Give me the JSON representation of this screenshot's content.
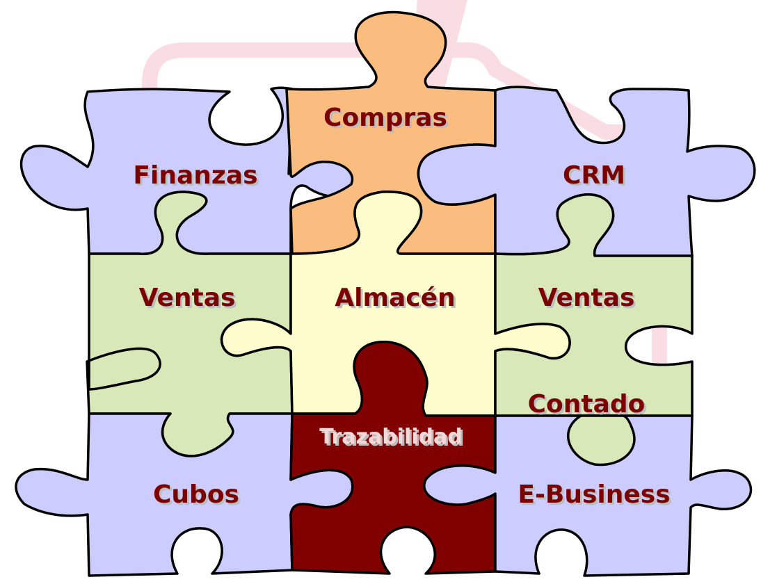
{
  "colors": {
    "background": "#ffffff",
    "background_arrow": "#f9dde2",
    "outline": "#000000",
    "label": "#7b0000",
    "label_shadow": "#bdbdbd",
    "lavender": "#ccccff",
    "orange": "#fbbc80",
    "green": "#d8e8b8",
    "yellow": "#fdfccc",
    "maroon": "#800000",
    "trazabilidad_label": "#f5d8d8"
  },
  "pieces": [
    {
      "id": "finanzas",
      "label": "Finanzas",
      "fill": "lavender"
    },
    {
      "id": "compras",
      "label": "Compras",
      "fill": "orange"
    },
    {
      "id": "crm",
      "label": "CRM",
      "fill": "lavender"
    },
    {
      "id": "ventas-left",
      "label": "Ventas",
      "fill": "green"
    },
    {
      "id": "almacen",
      "label": "Almacén",
      "fill": "yellow"
    },
    {
      "id": "ventas-right",
      "label": "Ventas",
      "fill": "green"
    },
    {
      "id": "contado",
      "label": "Contado",
      "fill": "green"
    },
    {
      "id": "cubos",
      "label": "Cubos",
      "fill": "lavender"
    },
    {
      "id": "trazabilidad",
      "label": "Trazabilidad",
      "fill": "maroon"
    },
    {
      "id": "ebusiness",
      "label": "E-Business",
      "fill": "lavender"
    }
  ]
}
